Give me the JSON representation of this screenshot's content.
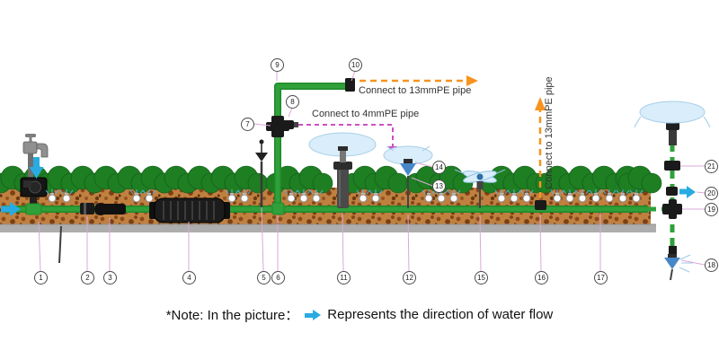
{
  "diagram": {
    "annotations": {
      "pe13_top": "Connect to 13mmPE pipe",
      "pe4_mid": "Connect to 4mmPE pipe",
      "pe13_right": "Connect to 13mmPE pipe"
    },
    "note": {
      "prefix": "*Note: In the picture：",
      "suffix": "Represents the direction of water flow"
    },
    "markers": [
      "1",
      "2",
      "3",
      "4",
      "5",
      "6",
      "7",
      "8",
      "9",
      "10",
      "11",
      "12",
      "13",
      "14",
      "15",
      "16",
      "17",
      "18",
      "19",
      "20",
      "21"
    ],
    "colors": {
      "pipe_green": "#2fa03a",
      "dash_orange": "#f7931e",
      "dash_magenta": "#cc4fc4",
      "flow_blue": "#29abe2",
      "spray_blue": "#d9edfa",
      "bush_green": "#1e7e22",
      "soil_brown": "#c08040",
      "base_gray": "#adadad",
      "leader_pink": "#dba8d8",
      "component_black": "#1a1a1a"
    },
    "icons": {
      "flow_arrow": "right-pointing blue arrow",
      "faucet": "tap with spout",
      "sprinkler_spray": "light blue ellipse"
    }
  }
}
